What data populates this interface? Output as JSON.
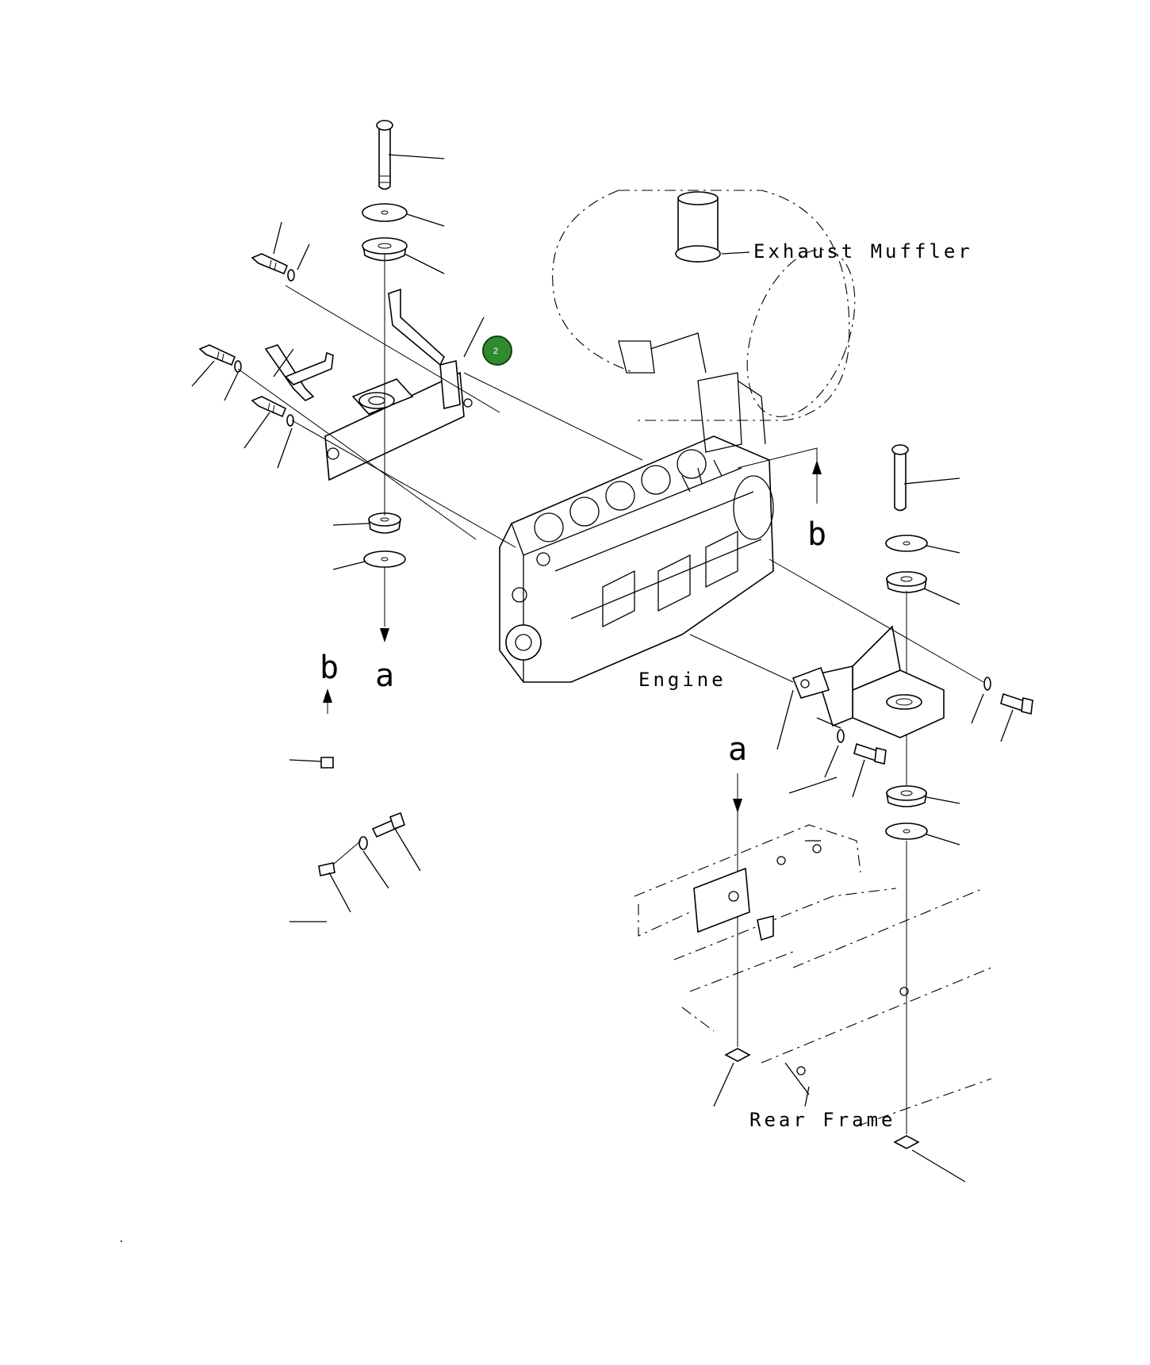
{
  "labels": {
    "exhaust_muffler": "Exhaust Muffler",
    "engine": "Engine",
    "rear_frame": "Rear Frame"
  },
  "references": {
    "a_left": "a",
    "b_left": "b",
    "b_right": "b",
    "a_right": "a"
  },
  "callouts": [
    {
      "number": "2",
      "color": "#2e8b2e"
    }
  ]
}
